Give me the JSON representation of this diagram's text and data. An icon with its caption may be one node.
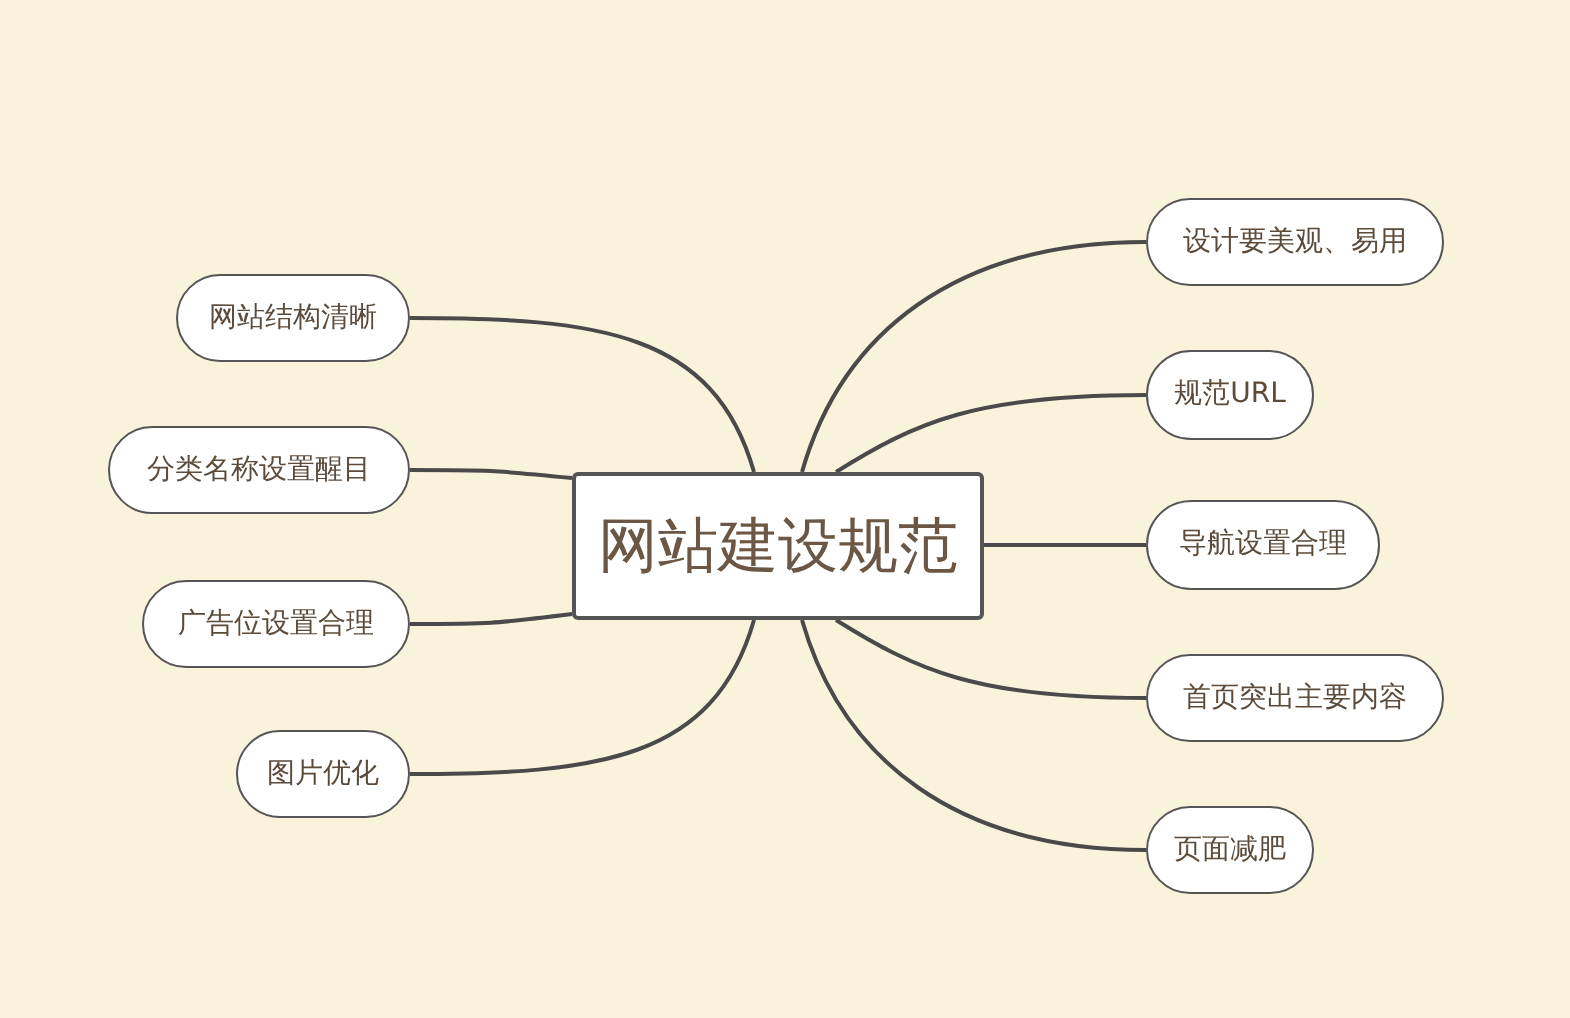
{
  "diagram": {
    "nodes": [
      {
        "text": [
          "网站建设规范"
        ]
      },
      {
        "text": [
          "设计要美观、易用"
        ]
      },
      {
        "text": [
          "规范URL"
        ]
      },
      {
        "text": [
          "导航设置合理"
        ]
      },
      {
        "text": [
          "首页突出主要内容"
        ]
      },
      {
        "text": [
          "页面减肥"
        ]
      },
      {
        "text": [
          "网站结构清晰"
        ]
      },
      {
        "text": [
          "分类名称设置醒目"
        ]
      },
      {
        "text": [
          "广告位设置合理"
        ]
      },
      {
        "text": [
          "图片优化"
        ]
      }
    ],
    "edges": [
      {
        "from": 0,
        "to": 1,
        "arrow": "none"
      },
      {
        "from": 0,
        "to": 2,
        "arrow": "none"
      },
      {
        "from": 0,
        "to": 3,
        "arrow": "none"
      },
      {
        "from": 0,
        "to": 4,
        "arrow": "none"
      },
      {
        "from": 0,
        "to": 5,
        "arrow": "none"
      },
      {
        "from": 0,
        "to": 6,
        "arrow": "none"
      },
      {
        "from": 0,
        "to": 7,
        "arrow": "none"
      },
      {
        "from": 0,
        "to": 8,
        "arrow": "none"
      },
      {
        "from": 0,
        "to": 9,
        "arrow": "none"
      }
    ]
  }
}
